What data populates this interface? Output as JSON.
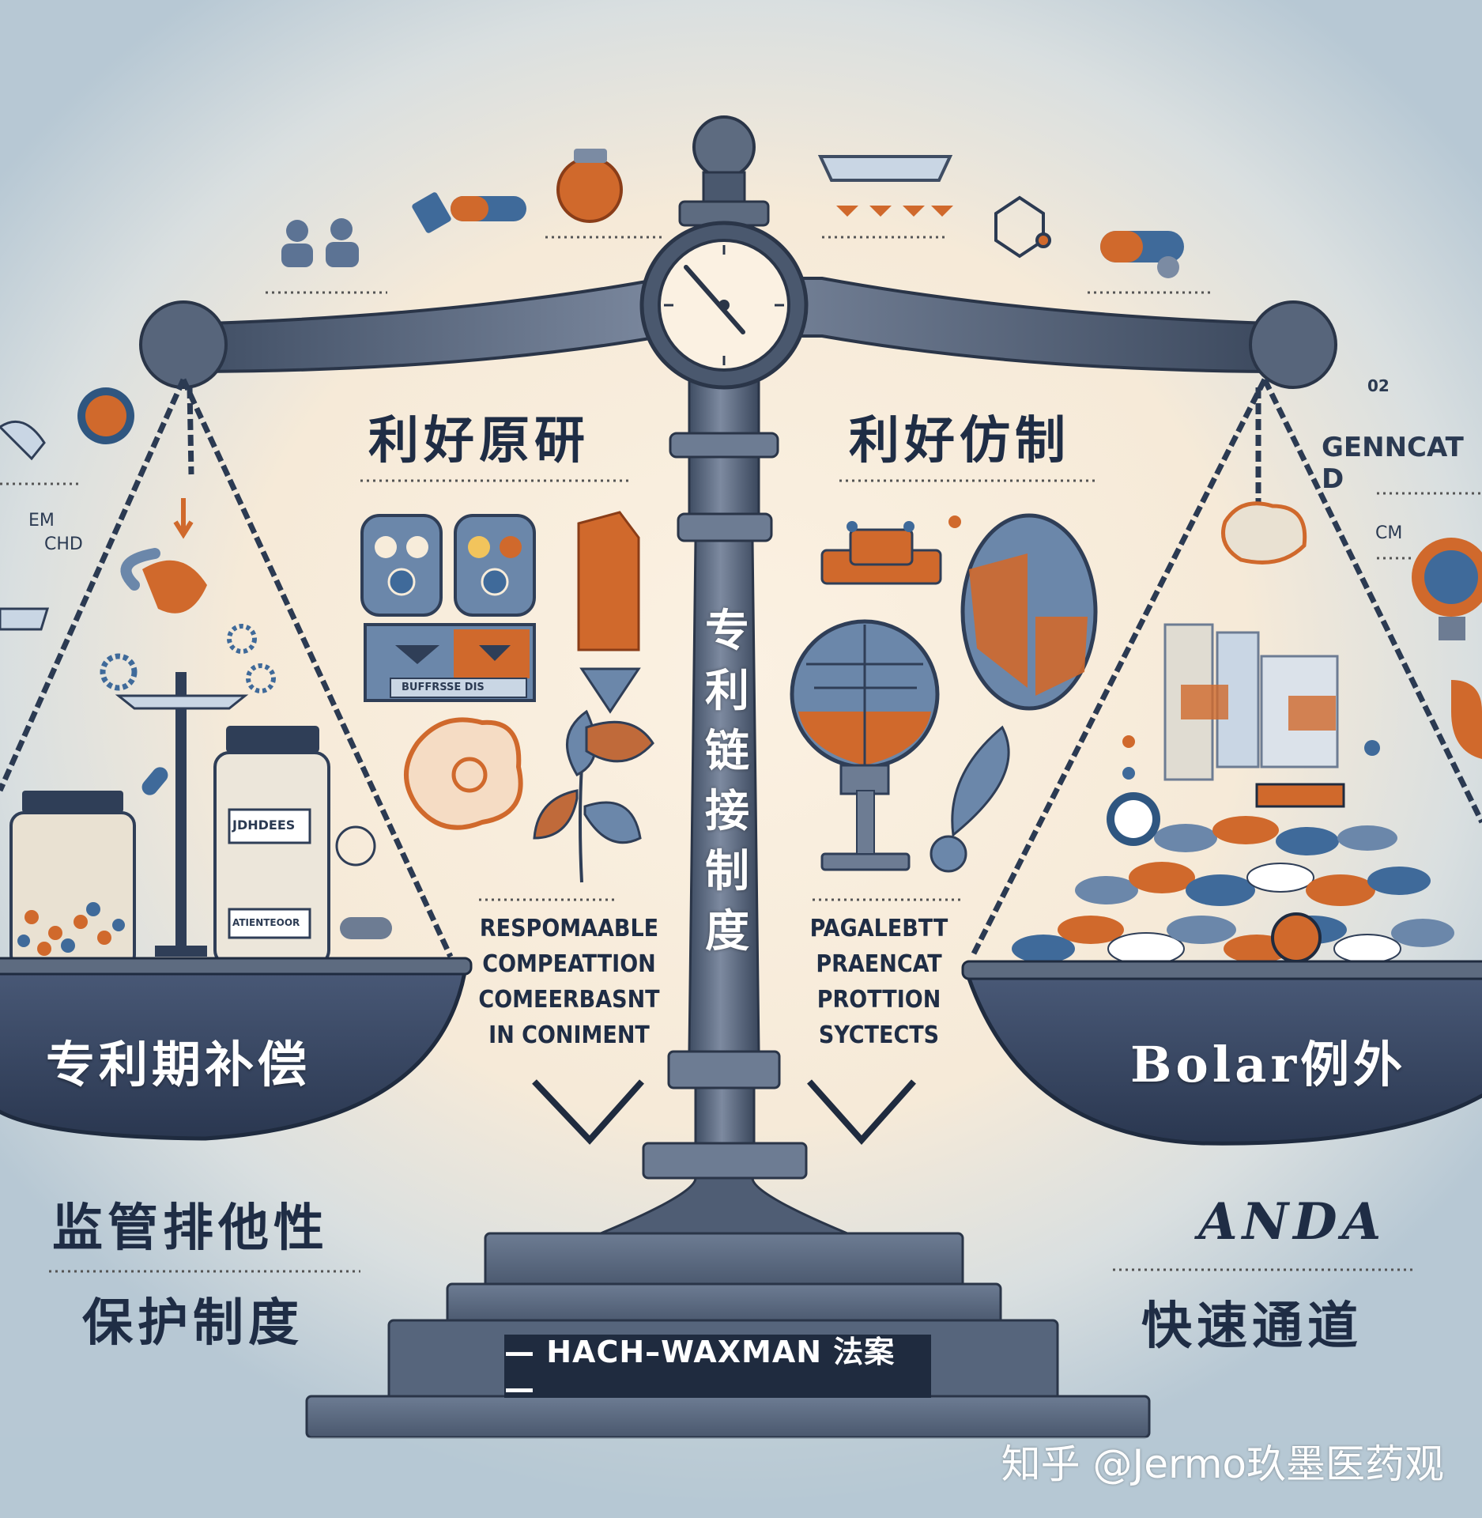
{
  "center_label": "专利链接制度",
  "labels": {
    "top_left": "利好原研",
    "top_right": "利好仿制",
    "left_pan": "专利期补偿",
    "right_pan": "Bolar例外",
    "bottom_left_line1": "监管排他性",
    "bottom_left_line2": "保护制度",
    "bottom_right_line1": "ANDA",
    "bottom_right_line2": "快速通道",
    "base_plate": "— HACH–WAXMAN 法案 —",
    "side_right": "GENNCAT D",
    "side_right_num": "02",
    "side_left_em": "EM",
    "side_left_chd": "CHD",
    "side_right_cm": "CM",
    "jar_large": "JDHDEES",
    "jar_large_sub": "ATIENTEOOR",
    "card_label": "BUFFRSSE DIS"
  },
  "center_left_text": [
    "RESPOMAABLE",
    "COMPEATTION",
    "COMEERBASNT",
    "IN CONIMENT"
  ],
  "center_right_text": [
    "PAGALEBTT",
    "PRAENCAT",
    "PROTTION",
    "SYCTECTS"
  ],
  "watermark": "知乎 @Jermo玖墨医药观",
  "colors": {
    "navy": "#1f2d45",
    "steel": "#5d6b80",
    "blue": "#3d5f8c",
    "orange": "#d0692c",
    "cream": "#f7ecda"
  }
}
